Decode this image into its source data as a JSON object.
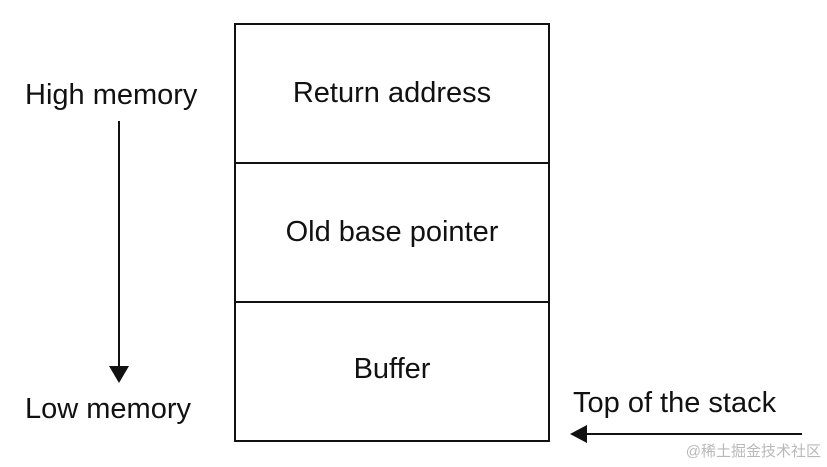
{
  "stack": {
    "cells": [
      "Return address",
      "Old base pointer",
      "Buffer"
    ]
  },
  "labels": {
    "high_memory": "High memory",
    "low_memory": "Low memory",
    "top_of_stack": "Top of the stack"
  },
  "watermark": "@稀土掘金技术社区",
  "colors": {
    "ink": "#111111",
    "watermark": "#b9b9b9",
    "background": "#ffffff"
  }
}
